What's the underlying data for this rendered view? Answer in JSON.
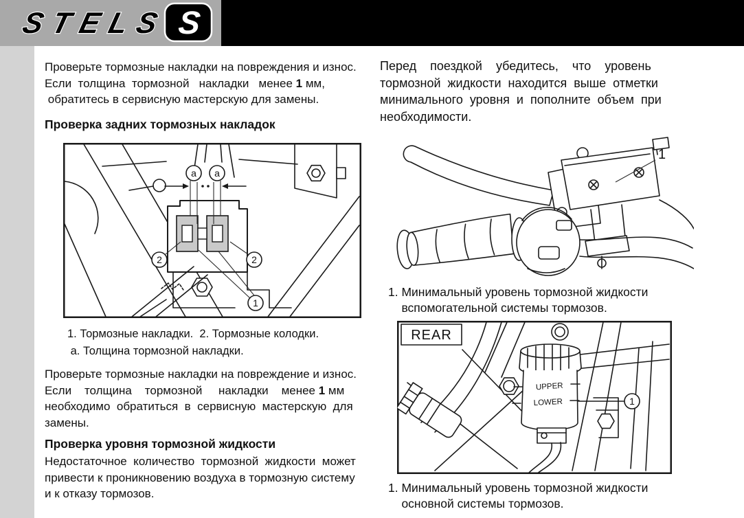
{
  "header": {
    "brand_text": "STELS",
    "badge_letter": "S"
  },
  "colors": {
    "header_gray": "#a9a9a9",
    "header_black": "#000000",
    "sidebar_gray": "#d3d3d3",
    "ink": "#111111",
    "pad_fill": "#c9c9c9"
  },
  "left_column": {
    "para1": {
      "pre": "Проверьте тормозные накладки на повреждения и износ.\nЕсли  толщина  тормозной   накладки   менее ",
      "bold": "1",
      "post": " мм,\n обратитесь в сервисную мастерскую для замены."
    },
    "heading1": "Проверка задних тормозных накладок",
    "figure1": {
      "labels": {
        "thickness": "a",
        "pads": "1",
        "shoes": "2"
      },
      "caption": "1. Тормозные накладки.  2. Тормозные колодки.\n а. Толщина тормозной накладки."
    },
    "para2": {
      "pre": "Проверьте тормозные накладки на повреждение и износ.\nЕсли    толщина    тормозной     накладки    менее ",
      "bold": "1",
      "post": " мм\nнеобходимо  обратиться  в  сервисную  мастерскую  для\nзамены."
    },
    "heading2": "Проверка уровня тормозной жидкости",
    "para3": "Недостаточное  количество  тормозной  жидкости  может\nпривести к проникновению воздуха в тормозную систему\nи к отказу тормозов."
  },
  "right_column": {
    "para1": "Перед    поездкой    убедитесь,    что    уровень\nтормозной  жидкости  находится  выше  отметки\nминимального  уровня  и  пополните  объем  при\nнеобходимости.",
    "figure_lever": {
      "label": "1"
    },
    "caption1": "1. Минимальный уровень тормозной жидкости\n    вспомогательной системы тормозов.",
    "figure_rear": {
      "tag": "REAR",
      "upper": "UPPER",
      "lower": "LOWER",
      "label": "1"
    },
    "caption2": "1. Минимальный уровень тормозной жидкости\n    основной системы тормозов."
  }
}
